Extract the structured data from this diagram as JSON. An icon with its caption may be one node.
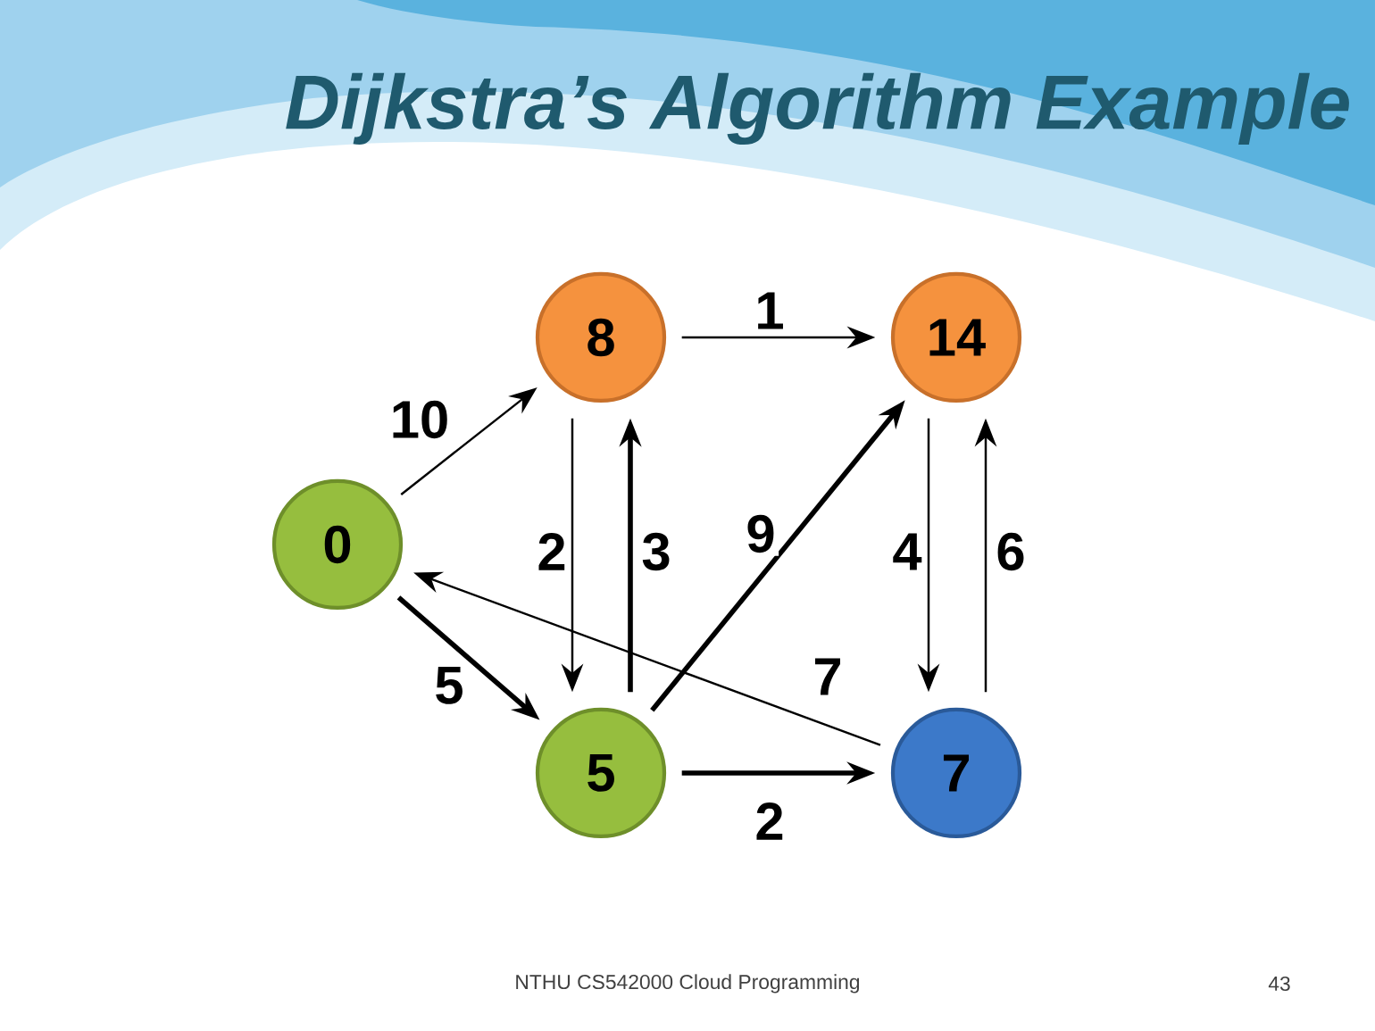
{
  "diagram": {
    "title": "Dijkstra’s Algorithm Example",
    "nodes": [
      {
        "text": [
          "8"
        ]
      },
      {
        "text": [
          "14"
        ]
      },
      {
        "text": [
          "0"
        ]
      },
      {
        "text": [
          "5"
        ]
      },
      {
        "text": [
          "7"
        ]
      }
    ],
    "edges": [
      {
        "from": 2,
        "to": 0,
        "arrow": "to",
        "label": "10"
      },
      {
        "from": 2,
        "to": 3,
        "arrow": "to",
        "label": "5",
        "style": "thick"
      },
      {
        "from": 0,
        "to": 3,
        "arrow": "to",
        "label": "2"
      },
      {
        "from": 3,
        "to": 0,
        "arrow": "to",
        "label": "3",
        "style": "thick"
      },
      {
        "from": 0,
        "to": 1,
        "arrow": "to",
        "label": "1"
      },
      {
        "from": 3,
        "to": 1,
        "arrow": "to",
        "label": "9",
        "style": "thick"
      },
      {
        "from": 1,
        "to": 4,
        "arrow": "to",
        "label": "4"
      },
      {
        "from": 4,
        "to": 1,
        "arrow": "to",
        "label": "6"
      },
      {
        "from": 4,
        "to": 2,
        "arrow": "to",
        "label": "7"
      },
      {
        "from": 3,
        "to": 4,
        "arrow": "to",
        "label": "2",
        "style": "thick"
      }
    ],
    "labels": [
      "NTHU CS542000 Cloud Programming",
      "43"
    ]
  }
}
